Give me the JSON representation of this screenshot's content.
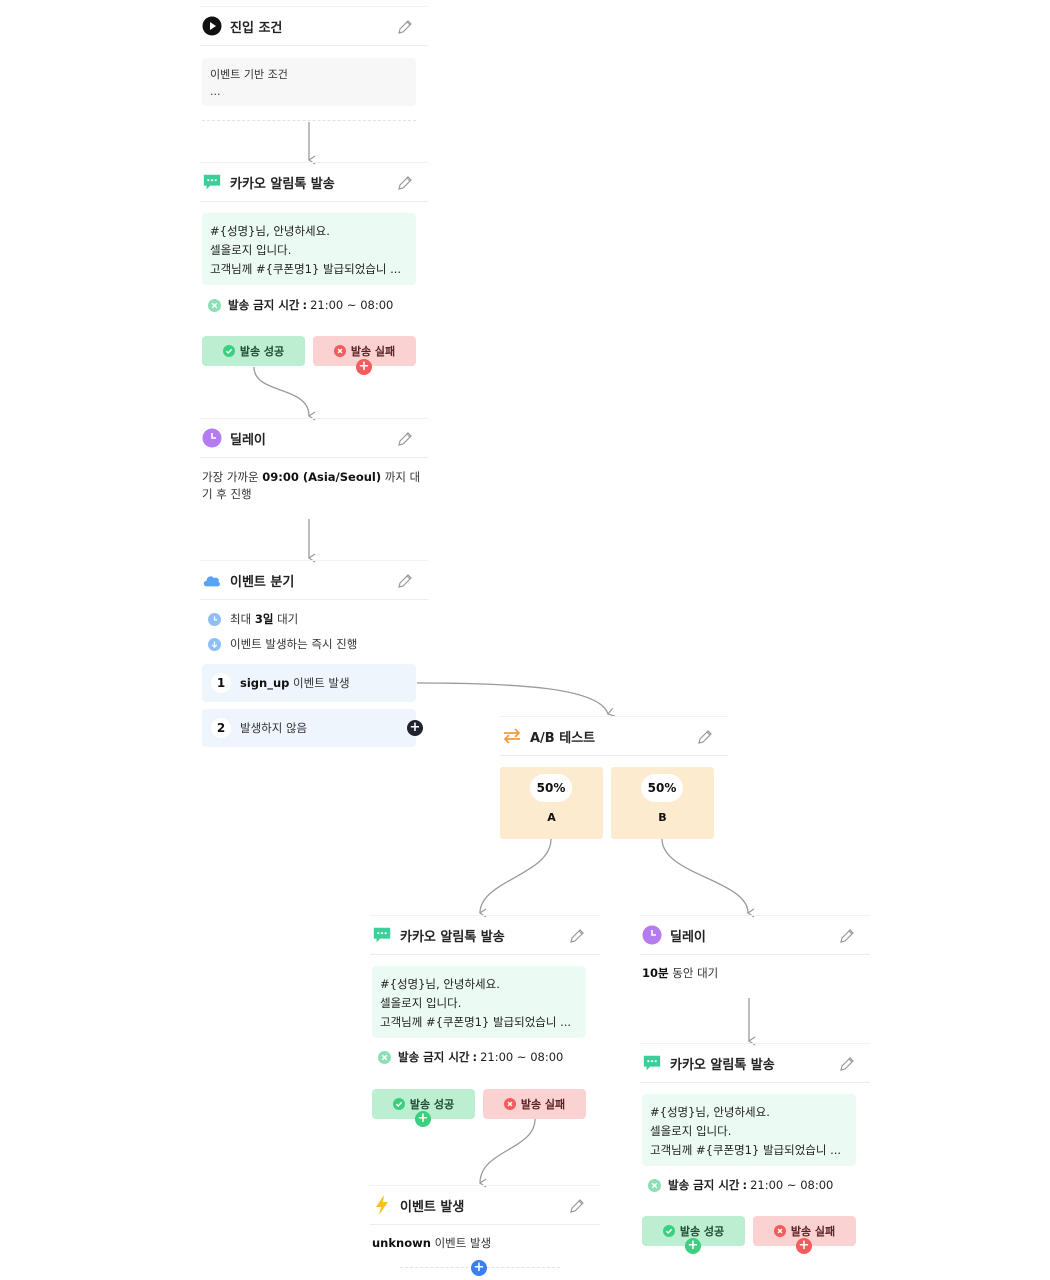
{
  "colors": {
    "success_bg": "#bcefd2",
    "fail_bg": "#fbd2d2",
    "message_bg": "#ebfbf3",
    "branch_bg": "#eef5fd",
    "ab_bg": "#fdebcf",
    "kakao_green": "#3ccf9a",
    "delay_purple": "#b57bf0",
    "event_blue": "#5aa2f5",
    "ab_orange": "#f39a3a",
    "lightning_yellow": "#f7c21b"
  },
  "entry": {
    "title": "진입 조건",
    "icon": "play-circle-icon",
    "lines": [
      "이벤트 기반 조건",
      "..."
    ]
  },
  "kakao1": {
    "title": "카카오 알림톡 발송",
    "icon": "chat-bubble-icon",
    "message": [
      "#{성명}님, 안녕하세요.",
      "셀올로지 입니다.",
      "고객님께 #{쿠폰명1} 발급되었습니 ..."
    ],
    "ban_label": "발송 금지 시간",
    "ban_time": "21:00 ~ 08:00",
    "success_label": "발송 성공",
    "fail_label": "발송 실패"
  },
  "delay1": {
    "title": "딜레이",
    "icon": "clock-icon",
    "text_prefix": "가장 가까운 ",
    "text_bold": "09:00 (Asia/Seoul)",
    "text_suffix": " 까지 대",
    "text_line2": "기 후 진행"
  },
  "event_branch": {
    "title": "이벤트 분기",
    "icon": "cloud-icon",
    "max_prefix": "최대 ",
    "max_bold": "3일",
    "max_suffix": " 대기",
    "immediate": "이벤트 발생하는 즉시 진행",
    "branches": [
      {
        "num": "1",
        "bold": "sign_up",
        "text": " 이벤트 발생"
      },
      {
        "num": "2",
        "bold": "",
        "text": "발생하지 않음"
      }
    ]
  },
  "ab": {
    "title": "A/B 테스트",
    "icon": "swap-arrows-icon",
    "variants": [
      {
        "pct": "50%",
        "label": "A"
      },
      {
        "pct": "50%",
        "label": "B"
      }
    ]
  },
  "kakao2": {
    "title": "카카오 알림톡 발송",
    "message": [
      "#{성명}님, 안녕하세요.",
      "셀올로지 입니다.",
      "고객님께 #{쿠폰명1} 발급되었습니 ..."
    ],
    "ban_label": "발송 금지 시간",
    "ban_time": "21:00 ~ 08:00",
    "success_label": "발송 성공",
    "fail_label": "발송 실패"
  },
  "delay2": {
    "title": "딜레이",
    "text_bold": "10분",
    "text_suffix": " 동안 대기"
  },
  "kakao3": {
    "title": "카카오 알림톡 발송",
    "message": [
      "#{성명}님, 안녕하세요.",
      "셀올로지 입니다.",
      "고객님께 #{쿠폰명1} 발급되었습니 ..."
    ],
    "ban_label": "발송 금지 시간",
    "ban_time": "21:00 ~ 08:00",
    "success_label": "발송 성공",
    "fail_label": "발송 실패"
  },
  "event_fire": {
    "title": "이벤트 발생",
    "icon": "lightning-icon",
    "text_bold": "unknown",
    "text_suffix": " 이벤트 발생"
  }
}
